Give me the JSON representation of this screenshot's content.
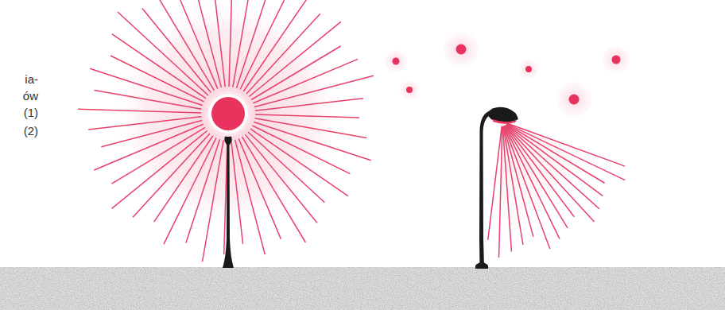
{
  "diagram": {
    "labels": [
      "ia-",
      "ów",
      "(1)",
      "(2)"
    ]
  }
}
